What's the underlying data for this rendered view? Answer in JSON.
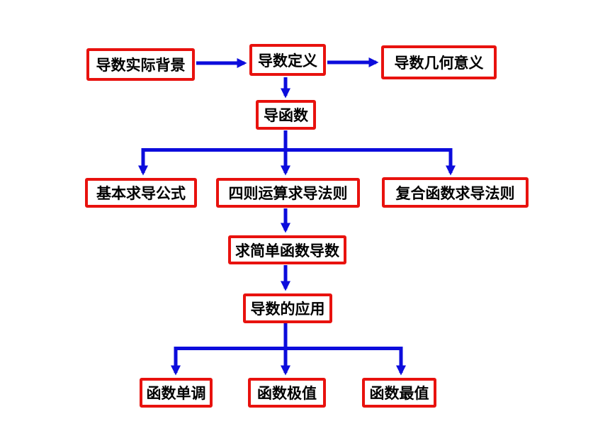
{
  "diagram": {
    "type": "flowchart",
    "language": "zh",
    "nodes": [
      {
        "id": "background",
        "label": "导数实际背景"
      },
      {
        "id": "definition",
        "label": "导数定义"
      },
      {
        "id": "geometric-meaning",
        "label": "导数几何意义"
      },
      {
        "id": "derivative-function",
        "label": "导函数"
      },
      {
        "id": "basic-formulas",
        "label": "基本求导公式"
      },
      {
        "id": "four-operations",
        "label": "四则运算求导法则"
      },
      {
        "id": "composite-rules",
        "label": "复合函数求导法则"
      },
      {
        "id": "simple-derivatives",
        "label": "求简单函数导数"
      },
      {
        "id": "applications",
        "label": "导数的应用"
      },
      {
        "id": "monotonicity",
        "label": "函数单调"
      },
      {
        "id": "extrema",
        "label": "函数极值"
      },
      {
        "id": "max-min",
        "label": "函数最值"
      }
    ],
    "edges": [
      {
        "from": "background",
        "to": "definition"
      },
      {
        "from": "definition",
        "to": "geometric-meaning"
      },
      {
        "from": "definition",
        "to": "derivative-function"
      },
      {
        "from": "derivative-function",
        "to": "basic-formulas"
      },
      {
        "from": "derivative-function",
        "to": "four-operations"
      },
      {
        "from": "derivative-function",
        "to": "composite-rules"
      },
      {
        "from": "four-operations",
        "to": "simple-derivatives"
      },
      {
        "from": "simple-derivatives",
        "to": "applications"
      },
      {
        "from": "applications",
        "to": "monotonicity"
      },
      {
        "from": "applications",
        "to": "extrema"
      },
      {
        "from": "applications",
        "to": "max-min"
      }
    ],
    "colors": {
      "box_border": "#e8120e",
      "arrow": "#0c0cdc",
      "text": "#000000",
      "background": "#ffffff"
    }
  }
}
